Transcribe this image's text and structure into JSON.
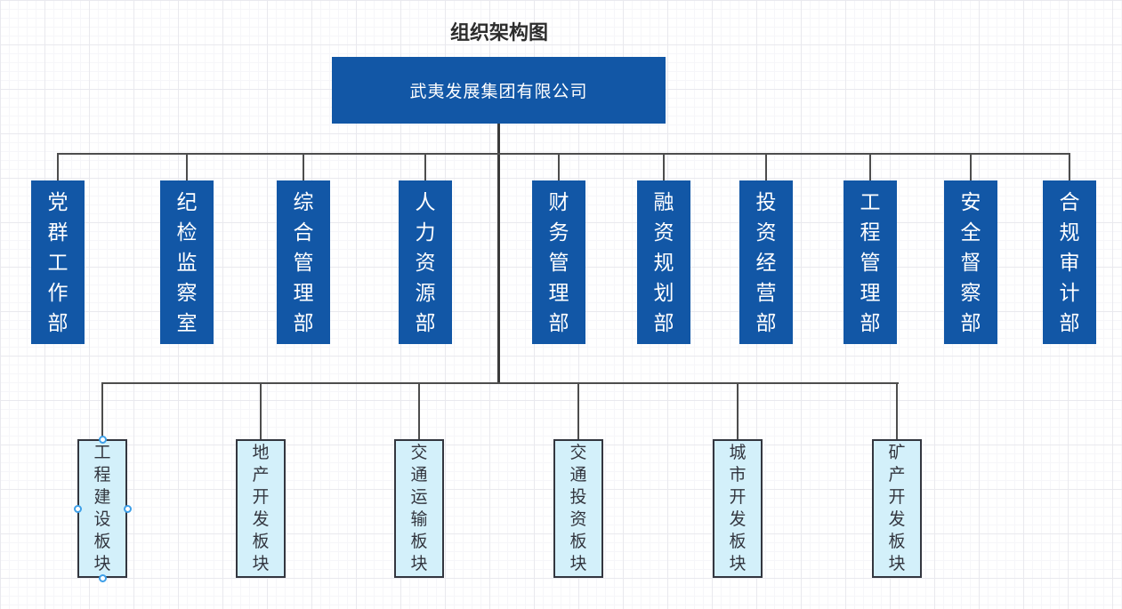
{
  "title": "组织架构图",
  "root": {
    "label": "武夷发展集团有限公司"
  },
  "departments": [
    "党群工作部",
    "纪检监察室",
    "综合管理部",
    "人力资源部",
    "财务管理部",
    "融资规划部",
    "投资经营部",
    "工程管理部",
    "安全督察部",
    "合规审计部"
  ],
  "business_units": [
    "工程建设板块",
    "地产开发板块",
    "交通运输板块",
    "交通投资板块",
    "城市开发板块",
    "矿产开发板块"
  ],
  "selection": {
    "selected_shape": "工程建设板块"
  },
  "colors": {
    "department_fill": "#1257a6",
    "department_text": "#ffffff",
    "unit_fill": "#d3f0fa",
    "unit_border": "#33363f",
    "connector": "#4d4d4d",
    "selection_handle": "#3d9fe8",
    "title_text": "#2d2d2d"
  }
}
